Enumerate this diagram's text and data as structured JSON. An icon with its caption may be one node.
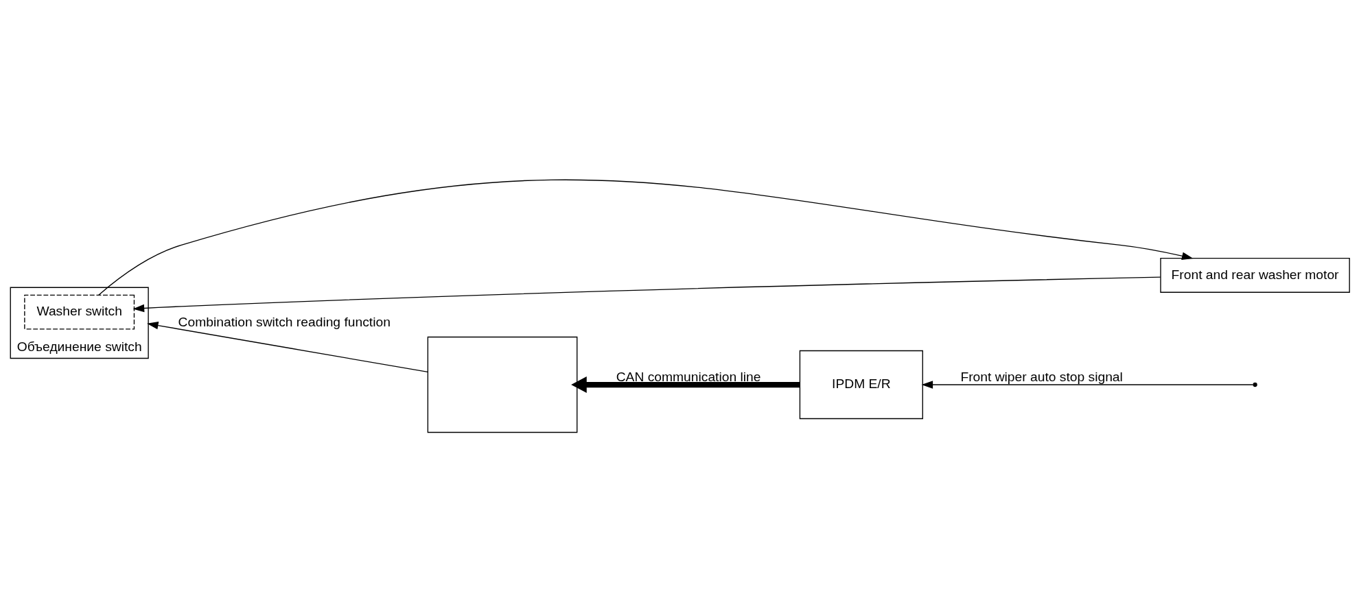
{
  "diagram": {
    "nodes": [
      {
        "text": [
          "Объединение switch"
        ]
      },
      {
        "text": [
          "Washer switch"
        ],
        "in": 0
      },
      {
        "text": [],
        "shape": "box"
      },
      {
        "text": [
          "IPDM E/R"
        ]
      },
      {
        "text": [
          "Front and rear washer motor"
        ]
      }
    ],
    "edges": [
      {
        "from": 1,
        "to": 4,
        "arrow": "to"
      },
      {
        "from": 4,
        "to": 1,
        "arrow": "to"
      },
      {
        "from": 2,
        "to": 0,
        "arrow": "to",
        "label": "Combination switch reading function"
      },
      {
        "from": 3,
        "to": 2,
        "arrow": "to",
        "label": "CAN communication line",
        "style": "thick"
      },
      {
        "from": null,
        "to": 3,
        "arrow": "to",
        "label": "Front wiper auto stop signal"
      }
    ]
  }
}
